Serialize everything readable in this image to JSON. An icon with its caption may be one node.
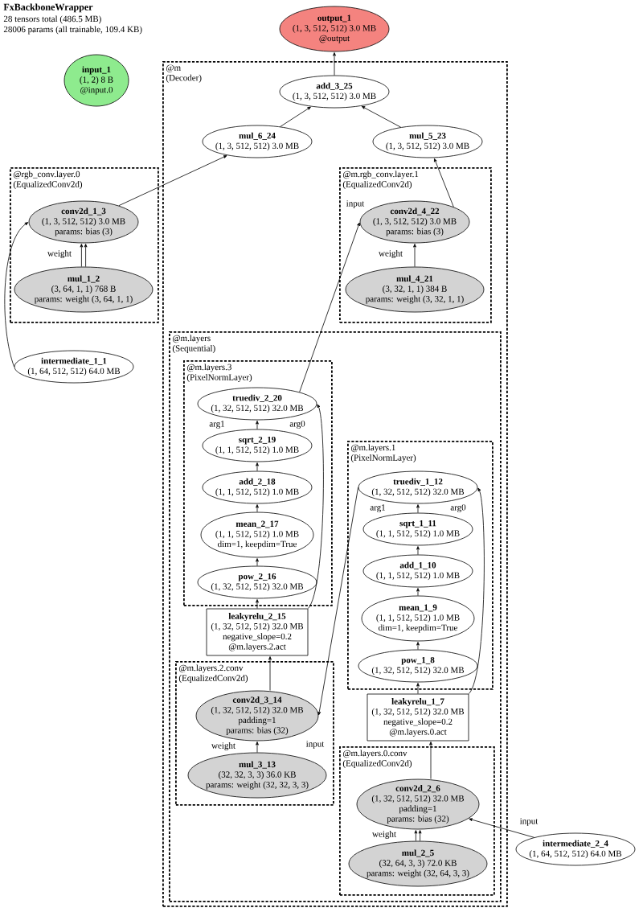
{
  "diagram": {
    "title": "FxBackboneWrapper",
    "labels": [
      "28 tensors total (486.5 MB)",
      "28006 params (all trainable, 109.4 KB)"
    ],
    "nodes": [
      {
        "text": [
          "output_1",
          "(1, 3, 512, 512) 3.0 MB",
          "@output"
        ]
      },
      {
        "text": [
          "input_1",
          "(1, 2) 8 B",
          "@input.0"
        ]
      },
      {
        "text": [
          "@m",
          "(Decoder)"
        ]
      },
      {
        "text": [
          "add_3_25",
          "(1, 3, 512, 512) 3.0 MB"
        ],
        "in": 2
      },
      {
        "text": [
          "mul_6_24",
          "(1, 3, 512, 512) 3.0 MB"
        ],
        "in": 2
      },
      {
        "text": [
          "mul_5_23",
          "(1, 3, 512, 512) 3.0 MB"
        ],
        "in": 2
      },
      {
        "text": [
          "@rgb_conv.layer.0",
          "(EqualizedConv2d)"
        ]
      },
      {
        "text": [
          "conv2d_1_3",
          "(1, 3, 512, 512) 3.0 MB",
          "params: bias (3)"
        ],
        "in": 6
      },
      {
        "text": [
          "mul_1_2",
          "(3, 64, 1, 1) 768 B",
          "params: weight (3, 64, 1, 1)"
        ],
        "in": 6
      },
      {
        "text": [
          "intermediate_1_1",
          "(1, 64, 512, 512) 64.0 MB"
        ]
      },
      {
        "text": [
          "@m.rgb_conv.layer.1",
          "(EqualizedConv2d)"
        ],
        "in": 2
      },
      {
        "text": [
          "conv2d_4_22",
          "(1, 3, 512, 512) 3.0 MB",
          "params: bias (3)"
        ],
        "in": 10
      },
      {
        "text": [
          "mul_4_21",
          "(3, 32, 1, 1) 384 B",
          "params: weight (3, 32, 1, 1)"
        ],
        "in": 10
      },
      {
        "text": [
          "@m.layers",
          "(Sequential)"
        ],
        "in": 2
      },
      {
        "text": [
          "@m.layers.3",
          "(PixelNormLayer)"
        ],
        "in": 13
      },
      {
        "text": [
          "truediv_2_20",
          "(1, 32, 512, 512) 32.0 MB"
        ],
        "in": 14
      },
      {
        "text": [
          "sqrt_2_19",
          "(1, 1, 512, 512) 1.0 MB"
        ],
        "in": 14
      },
      {
        "text": [
          "add_2_18",
          "(1, 1, 512, 512) 1.0 MB"
        ],
        "in": 14
      },
      {
        "text": [
          "mean_2_17",
          "(1, 1, 512, 512) 1.0 MB",
          "dim=1, keepdim=True"
        ],
        "in": 14
      },
      {
        "text": [
          "pow_2_16",
          "(1, 32, 512, 512) 32.0 MB"
        ],
        "in": 14
      },
      {
        "text": [
          "leakyrelu_2_15",
          "(1, 32, 512, 512) 32.0 MB",
          "negative_slope=0.2",
          "@m.layers.2.act"
        ],
        "in": 13
      },
      {
        "text": [
          "@m.layers.2.conv",
          "(EqualizedConv2d)"
        ],
        "in": 13
      },
      {
        "text": [
          "conv2d_3_14",
          "(1, 32, 512, 512) 32.0 MB",
          "padding=1",
          "params: bias (32)"
        ],
        "in": 21
      },
      {
        "text": [
          "mul_3_13",
          "(32, 32, 3, 3) 36.0 KB",
          "params: weight (32, 32, 3, 3)"
        ],
        "in": 21
      },
      {
        "text": [
          "@m.layers.1",
          "(PixelNormLayer)"
        ],
        "in": 13
      },
      {
        "text": [
          "truediv_1_12",
          "(1, 32, 512, 512) 32.0 MB"
        ],
        "in": 24
      },
      {
        "text": [
          "sqrt_1_11",
          "(1, 1, 512, 512) 1.0 MB"
        ],
        "in": 24
      },
      {
        "text": [
          "add_1_10",
          "(1, 1, 512, 512) 1.0 MB"
        ],
        "in": 24
      },
      {
        "text": [
          "mean_1_9",
          "(1, 1, 512, 512) 1.0 MB",
          "dim=1, keepdim=True"
        ],
        "in": 24
      },
      {
        "text": [
          "pow_1_8",
          "(1, 32, 512, 512) 32.0 MB"
        ],
        "in": 24
      },
      {
        "text": [
          "leakyrelu_1_7",
          "(1, 32, 512, 512) 32.0 MB",
          "negative_slope=0.2",
          "@m.layers.0.act"
        ],
        "in": 13
      },
      {
        "text": [
          "@m.layers.0.conv",
          "(EqualizedConv2d)"
        ],
        "in": 13
      },
      {
        "text": [
          "conv2d_2_6",
          "(1, 32, 512, 512) 32.0 MB",
          "padding=1",
          "params: bias (32)"
        ],
        "in": 31
      },
      {
        "text": [
          "mul_2_5",
          "(32, 64, 3, 3) 72.0 KB",
          "params: weight (32, 64, 3, 3)"
        ],
        "in": 31
      },
      {
        "text": [
          "intermediate_2_4",
          "(1, 64, 512, 512) 64.0 MB"
        ]
      }
    ],
    "edges": [
      {
        "from": 9,
        "to": 7,
        "arrow": "to"
      },
      {
        "from": 8,
        "to": 7,
        "arrow": "to",
        "label": "weight"
      },
      {
        "from": 8,
        "to": 7,
        "arrow": "to"
      },
      {
        "from": 7,
        "to": 4,
        "arrow": "to"
      },
      {
        "from": 12,
        "to": 11,
        "arrow": "to",
        "label": "weight"
      },
      {
        "from": 15,
        "to": 11,
        "arrow": "to",
        "label": "input"
      },
      {
        "from": 11,
        "to": 5,
        "arrow": "to"
      },
      {
        "from": 4,
        "to": 3,
        "arrow": "to"
      },
      {
        "from": 5,
        "to": 3,
        "arrow": "to"
      },
      {
        "from": 3,
        "to": 0,
        "arrow": "to"
      },
      {
        "from": 20,
        "to": 19,
        "arrow": "to"
      },
      {
        "from": 19,
        "to": 18,
        "arrow": "to"
      },
      {
        "from": 18,
        "to": 17,
        "arrow": "to"
      },
      {
        "from": 17,
        "to": 16,
        "arrow": "to"
      },
      {
        "from": 16,
        "to": 15,
        "arrow": "to",
        "label": "arg1"
      },
      {
        "from": 20,
        "to": 15,
        "arrow": "to",
        "label": "arg0"
      },
      {
        "from": 22,
        "to": 20,
        "arrow": "to"
      },
      {
        "from": 23,
        "to": 22,
        "arrow": "to",
        "label": "weight"
      },
      {
        "from": 25,
        "to": 22,
        "arrow": "to",
        "label": "input"
      },
      {
        "from": 30,
        "to": 29,
        "arrow": "to"
      },
      {
        "from": 29,
        "to": 28,
        "arrow": "to"
      },
      {
        "from": 28,
        "to": 27,
        "arrow": "to"
      },
      {
        "from": 27,
        "to": 26,
        "arrow": "to"
      },
      {
        "from": 26,
        "to": 25,
        "arrow": "to",
        "label": "arg1"
      },
      {
        "from": 30,
        "to": 25,
        "arrow": "to",
        "label": "arg0"
      },
      {
        "from": 32,
        "to": 30,
        "arrow": "to"
      },
      {
        "from": 33,
        "to": 32,
        "arrow": "to",
        "label": "weight"
      },
      {
        "from": 33,
        "to": 32,
        "arrow": "to"
      },
      {
        "from": 34,
        "to": 32,
        "arrow": "to",
        "label": "input"
      }
    ]
  }
}
